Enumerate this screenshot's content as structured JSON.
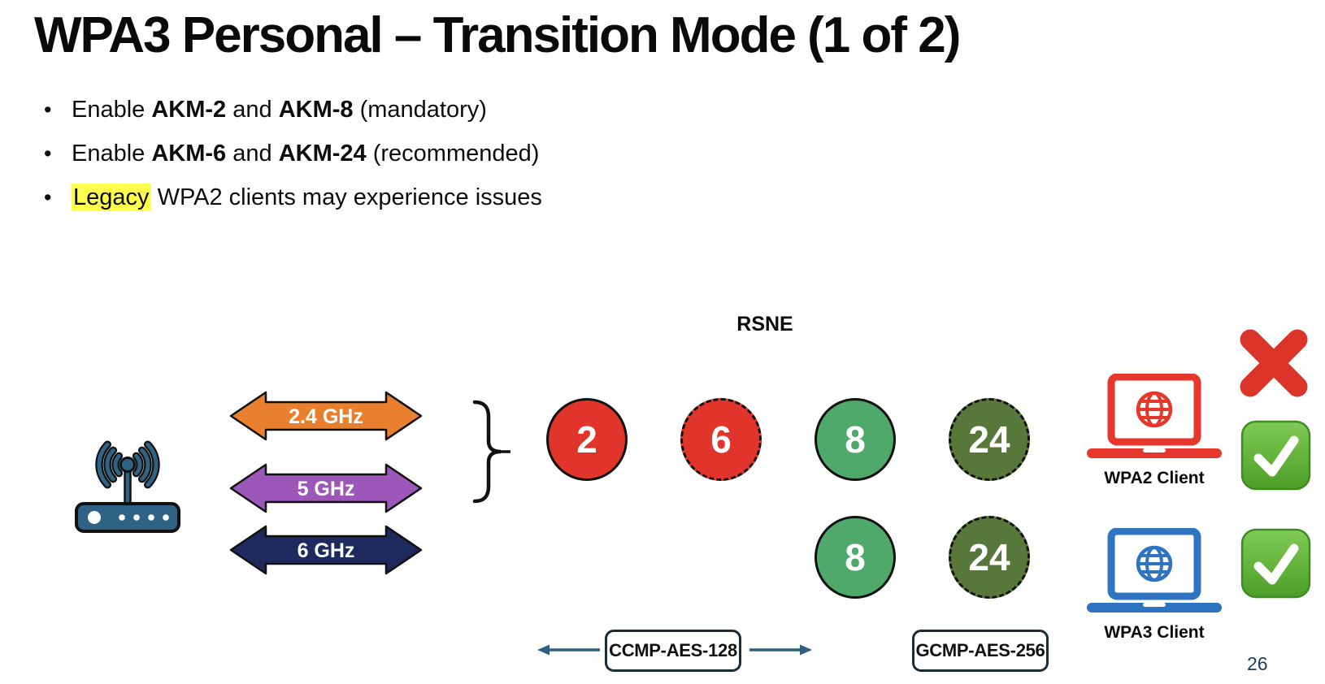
{
  "title": "WPA3 Personal – Transition Mode (1 of 2)",
  "bullets": [
    {
      "segments": [
        {
          "text": "Enable "
        },
        {
          "text": "AKM-2",
          "bold": true
        },
        {
          "text": " and "
        },
        {
          "text": "AKM-8",
          "bold": true
        },
        {
          "text": " (mandatory)"
        }
      ]
    },
    {
      "segments": [
        {
          "text": "Enable "
        },
        {
          "text": "AKM-6",
          "bold": true
        },
        {
          "text": " and "
        },
        {
          "text": "AKM-24",
          "bold": true
        },
        {
          "text": " (recommended)"
        }
      ]
    },
    {
      "segments": [
        {
          "text": "Legacy",
          "highlight": true
        },
        {
          "text": " WPA2 clients may experience issues"
        }
      ]
    }
  ],
  "highlight_color": "#FFFF4D",
  "diagram": {
    "rsne_label": "RSNE",
    "router_color": "#2E6386",
    "outline_color": "#111111",
    "bands": [
      {
        "label": "2.4 GHz",
        "color": "#E8802F"
      },
      {
        "label": "5 GHz",
        "color": "#9C57B8"
      },
      {
        "label": "6 GHz",
        "color": "#1E2A5E"
      }
    ],
    "akm_circles": [
      {
        "value": "2",
        "color": "#E1342B",
        "border": "solid"
      },
      {
        "value": "6",
        "color": "#E1342B",
        "border": "dashed"
      },
      {
        "value": "8",
        "color": "#4EA96A",
        "border": "solid"
      },
      {
        "value": "24",
        "color": "#58773B",
        "border": "dashed"
      },
      {
        "value": "8",
        "color": "#4EA96A",
        "border": "solid"
      },
      {
        "value": "24",
        "color": "#58773B",
        "border": "dashed"
      }
    ],
    "cipher_boxes": [
      {
        "label": "CCMP-AES-128"
      },
      {
        "label": "GCMP-AES-256"
      }
    ],
    "connector_color": "#2E5F80",
    "clients": [
      {
        "label": "WPA2 Client",
        "color": "#E5372C"
      },
      {
        "label": "WPA3 Client",
        "color": "#2E74C0"
      }
    ],
    "marks": {
      "cross_color": "#DB3428",
      "check_color_top": "#7FCB55",
      "check_color_bottom": "#4C9E28",
      "check_border": "#3F8C22"
    }
  },
  "page_number": "26"
}
